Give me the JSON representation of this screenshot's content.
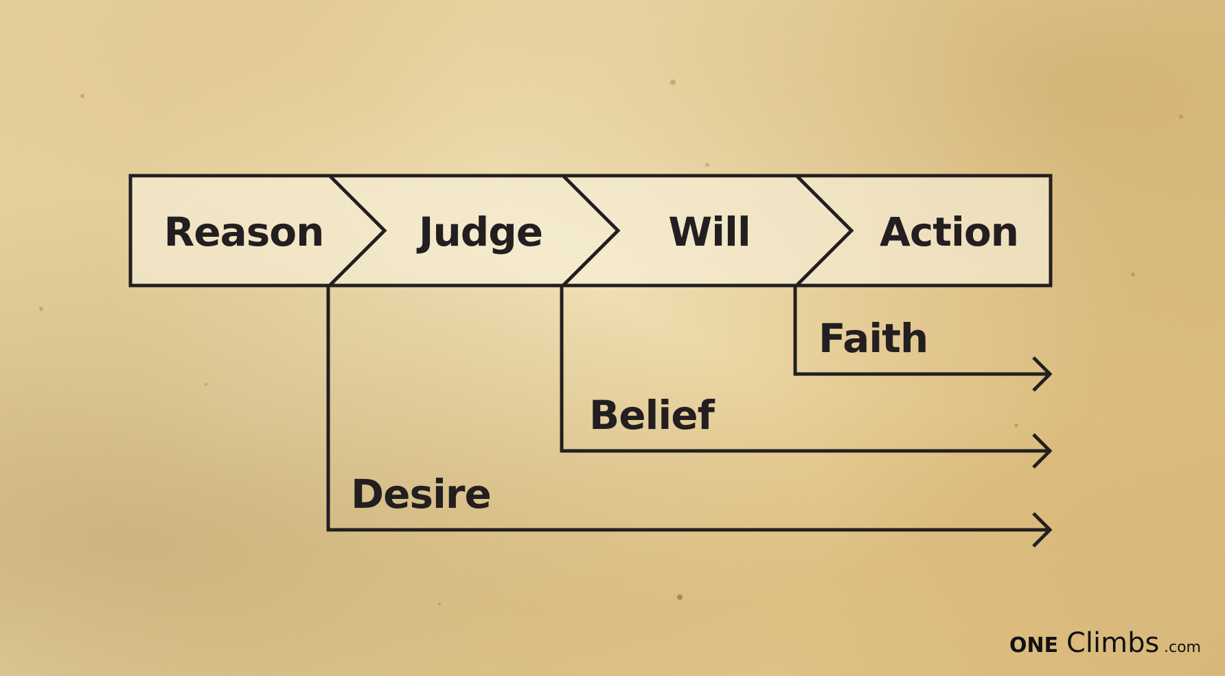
{
  "stages": [
    {
      "label": "Reason"
    },
    {
      "label": "Judge"
    },
    {
      "label": "Will"
    },
    {
      "label": "Action"
    }
  ],
  "paths": [
    {
      "label": "Faith"
    },
    {
      "label": "Belief"
    },
    {
      "label": "Desire"
    }
  ],
  "branding": {
    "one": "ONE",
    "climbs": "Climbs",
    "domain": ".com"
  },
  "colors": {
    "ink": "#231f20",
    "box_fill": "#f3ead0"
  }
}
